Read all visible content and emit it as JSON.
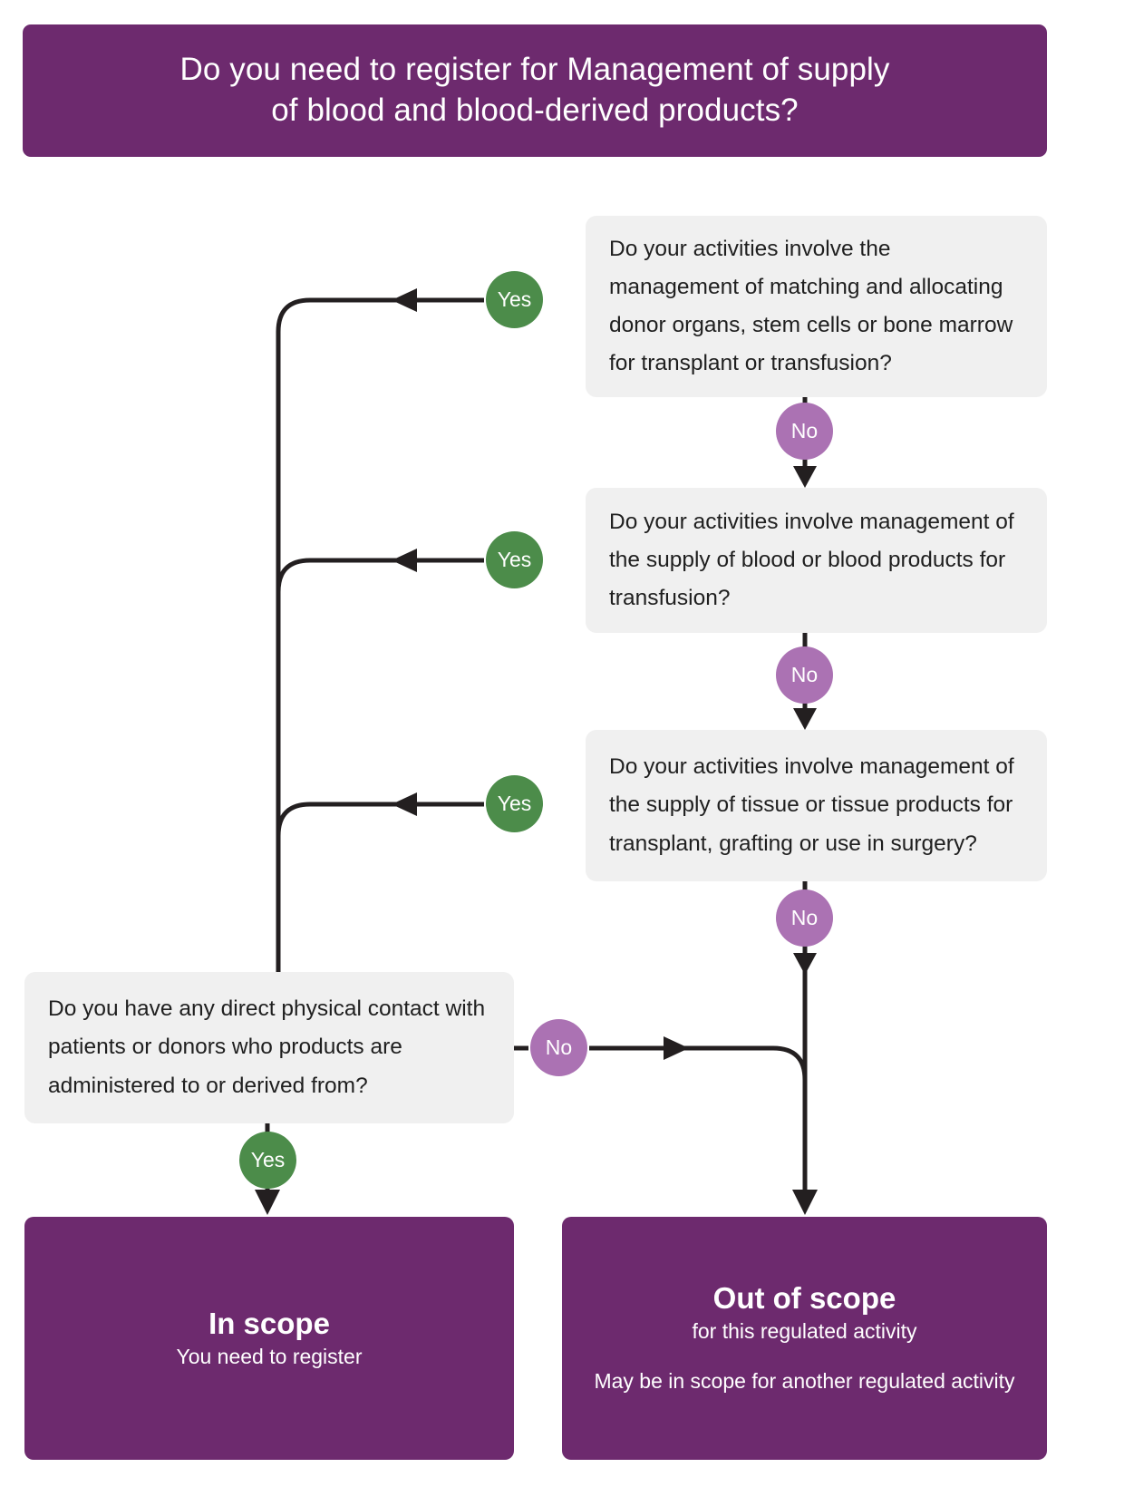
{
  "header": {
    "title": "Do you need to register for Management of supply\nof blood and blood-derived products?"
  },
  "colors": {
    "brand_purple": "#6d2a6e",
    "yes_green": "#4c8c4a",
    "no_mauve": "#ab72b3",
    "question_box_grey": "#f0f0f0",
    "line_black": "#231f20",
    "text_dark": "#1f1f1f",
    "text_white": "#ffffff"
  },
  "questions": [
    {
      "id": "q1",
      "text": "Do your activities involve the management of matching and allocating donor organs, stem cells or bone marrow for transplant or transfusion?",
      "yes_label": "Yes",
      "no_label": "No"
    },
    {
      "id": "q2",
      "text": "Do your activities involve management of the supply of blood or blood products for transfusion?",
      "yes_label": "Yes",
      "no_label": "No"
    },
    {
      "id": "q3",
      "text": "Do your activities involve management of the supply of tissue or tissue products for transplant, grafting or use in surgery?",
      "yes_label": "Yes",
      "no_label": "No"
    },
    {
      "id": "q4",
      "text": "Do you have any direct physical contact with patients or donors who products are administered to or derived from?",
      "yes_label": "Yes",
      "no_label": "No"
    }
  ],
  "outcomes": {
    "in_scope": {
      "heading": "In scope",
      "sub": "You need to register"
    },
    "out_of_scope": {
      "heading": "Out of scope",
      "sub": "for this regulated activity",
      "sub2": "May be in scope for another regulated activity"
    }
  },
  "chart_data": {
    "type": "diagram",
    "title": "Do you need to register for Management of supply of blood and blood-derived products?",
    "nodes": [
      {
        "id": "q1",
        "kind": "decision",
        "label": "Do your activities involve the management of matching and allocating donor organs, stem cells or bone marrow for transplant or transfusion?"
      },
      {
        "id": "q2",
        "kind": "decision",
        "label": "Do your activities involve management of the supply of blood or blood products for transfusion?"
      },
      {
        "id": "q3",
        "kind": "decision",
        "label": "Do your activities involve management of the supply of tissue or tissue products for transplant, grafting or use in surgery?"
      },
      {
        "id": "q4",
        "kind": "decision",
        "label": "Do you have any direct physical contact with patients or donors who products are administered to or derived from?"
      },
      {
        "id": "in_scope",
        "kind": "terminal",
        "label": "In scope - You need to register"
      },
      {
        "id": "out_scope",
        "kind": "terminal",
        "label": "Out of scope for this regulated activity - May be in scope for another regulated activity"
      }
    ],
    "edges": [
      {
        "from": "q1",
        "to": "q4",
        "label": "Yes"
      },
      {
        "from": "q1",
        "to": "q2",
        "label": "No"
      },
      {
        "from": "q2",
        "to": "q4",
        "label": "Yes"
      },
      {
        "from": "q2",
        "to": "q3",
        "label": "No"
      },
      {
        "from": "q3",
        "to": "q4",
        "label": "Yes"
      },
      {
        "from": "q3",
        "to": "out_scope",
        "label": "No"
      },
      {
        "from": "q4",
        "to": "in_scope",
        "label": "Yes"
      },
      {
        "from": "q4",
        "to": "out_scope",
        "label": "No"
      }
    ]
  }
}
